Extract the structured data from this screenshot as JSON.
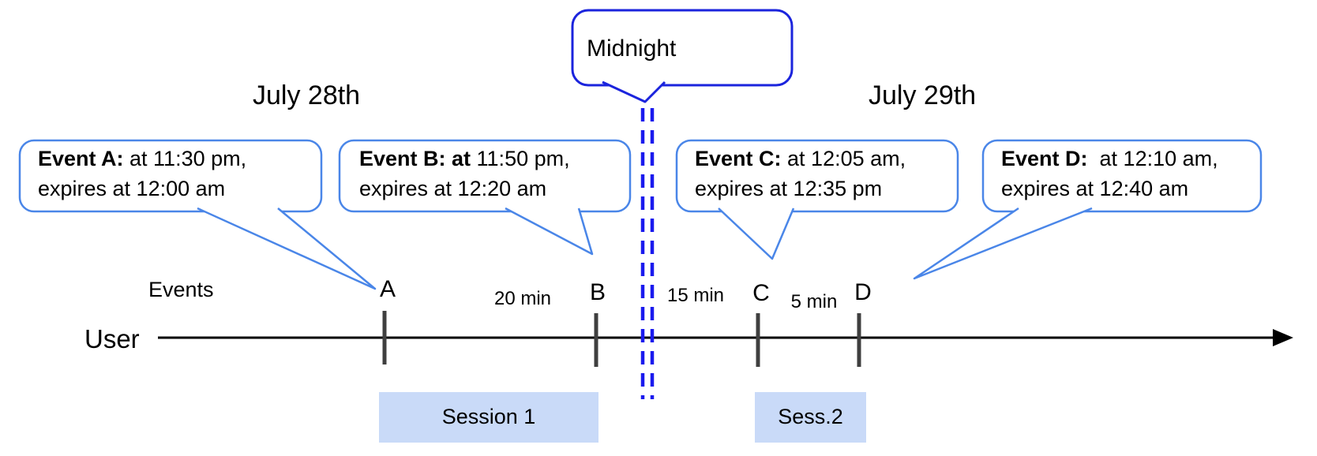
{
  "dates": {
    "left": "July 28th",
    "right": "July 29th"
  },
  "midnight": {
    "label": "Midnight"
  },
  "events": [
    {
      "name": "A",
      "bold": "Event A:",
      "rest": " at 11:30 pm,",
      "line2": "expires at 12:00 am"
    },
    {
      "name": "B",
      "bold": "Event B: at",
      "rest": " 11:50 pm,",
      "line2": "expires at 12:20 am"
    },
    {
      "name": "C",
      "bold": "Event C:",
      "rest": " at 12:05 am,",
      "line2": "expires at 12:35 pm"
    },
    {
      "name": "D",
      "bold": "Event D:",
      "rest": "  at 12:10 am,",
      "line2": "expires at 12:40 am"
    }
  ],
  "timeline": {
    "events_label": "Events",
    "user_label": "User",
    "tick_labels": {
      "a": "A",
      "b": "B",
      "c": "C",
      "d": "D"
    },
    "intervals": {
      "ab": "20 min",
      "bc": "15 min",
      "cd": "5 min"
    }
  },
  "sessions": {
    "s1": "Session 1",
    "s2": "Sess.2"
  },
  "colors": {
    "event_border": "#4a86e8",
    "midnight_border": "#1b24dd",
    "dashed_line": "#1a1aee",
    "session_fill": "#c9daf8",
    "tick": "#3f3f3f",
    "axis": "#000000"
  }
}
